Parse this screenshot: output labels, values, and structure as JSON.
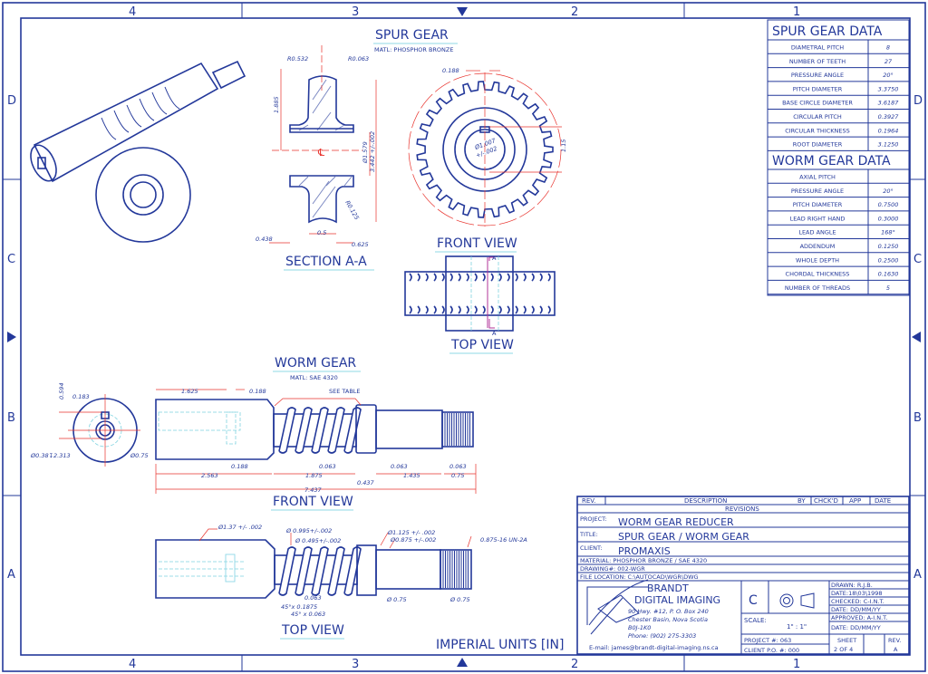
{
  "border": {
    "columns": [
      "4",
      "3",
      "2",
      "1"
    ],
    "rows": [
      "D",
      "C",
      "B",
      "A"
    ]
  },
  "spur_gear": {
    "title": "SPUR GEAR",
    "material": "MATL: PHOSPHOR BRONZE",
    "section_label": "SECTION A-A",
    "front_label": "FRONT VIEW",
    "top_label": "TOP VIEW",
    "section_marker": "A",
    "dims": {
      "r0532": "R0.532",
      "r0063": "R0.063",
      "d1885": "1.885",
      "cl": "℄",
      "d1579": "Ø1.579",
      "d3442": "3.442 +/-.002",
      "r0125": "R0.125",
      "d0438": "0.438",
      "d05": "0.5",
      "d0625": "0.625",
      "d0188": "0.188",
      "bore1": "Ø1.007",
      "bore2": "+/-.002",
      "d115": "1.15"
    }
  },
  "worm_gear": {
    "title": "WORM GEAR",
    "material": "MATL: SAE 4320",
    "front_label": "FRONT VIEW",
    "top_label": "TOP VIEW",
    "dims": {
      "d0594": "0.594",
      "d0183": "0.183",
      "d038": "Ø0.38↧2.313",
      "d075e": "Ø0.75",
      "d1625": "1.625",
      "d0188a": "0.188",
      "see_table": "SEE TABLE",
      "d0188b": "0.188",
      "d2563": "2.563",
      "d1875": "1.875",
      "d0063a": "0.063",
      "d0437": "0.437",
      "d0063b": "0.063",
      "d1435": "1.435",
      "d0063c": "0.063",
      "d075": "0.75",
      "d7437": "7.437",
      "t137": "Ø1.37 +/- .002",
      "t0995": "Ø 0.995+/-.002",
      "t0495": "Ø 0.495+/-.002",
      "t1125": "Ø1.125 +/- .002",
      "t0875": "Ø0.875 +/-.002",
      "tthread": "0.875-16 UN-2A",
      "t0063": "0.063",
      "tch1": "45°x 0.1875",
      "tch2": "45° x 0.063",
      "t075a": "Ø 0.75",
      "t075b": "Ø 0.75"
    }
  },
  "units_label": "IMPERIAL UNITS [IN]",
  "spur_table": {
    "title": "SPUR GEAR DATA",
    "rows": [
      {
        "label": "DIAMETRAL PITCH",
        "value": "8"
      },
      {
        "label": "NUMBER OF TEETH",
        "value": "27"
      },
      {
        "label": "PRESSURE ANGLE",
        "value": "20°"
      },
      {
        "label": "PITCH DIAMETER",
        "value": "3.3750"
      },
      {
        "label": "BASE CIRCLE DIAMETER",
        "value": "3.6187"
      },
      {
        "label": "CIRCULAR PITCH",
        "value": "0.3927"
      },
      {
        "label": "CIRCULAR THICKNESS",
        "value": "0.1964"
      },
      {
        "label": "ROOT DIAMETER",
        "value": "3.1250"
      }
    ]
  },
  "worm_table": {
    "title": "WORM GEAR DATA",
    "rows": [
      {
        "label": "AXIAL PITCH",
        "value": ""
      },
      {
        "label": "PRESSURE ANGLE",
        "value": "20°"
      },
      {
        "label": "PITCH DIAMETER",
        "value": "0.7500"
      },
      {
        "label": "LEAD RIGHT HAND",
        "value": "0.3000"
      },
      {
        "label": "LEAD ANGLE",
        "value": "168°"
      },
      {
        "label": "ADDENDUM",
        "value": "0.1250"
      },
      {
        "label": "WHOLE DEPTH",
        "value": "0.2500"
      },
      {
        "label": "CHORDAL THICKNESS",
        "value": "0.1630"
      },
      {
        "label": "NUMBER OF THREADS",
        "value": "5"
      }
    ]
  },
  "title_block": {
    "rev_header": "REV.",
    "desc_header": "DESCRIPTION",
    "by_header": "BY",
    "chkd_header": "CHCK'D",
    "app_header": "APP",
    "date_header": "DATE",
    "revisions": "REVISIONS",
    "project_label": "PROJECT:",
    "project": "WORM GEAR REDUCER",
    "title_label": "TITLE:",
    "title": "SPUR GEAR / WORM GEAR",
    "client_label": "CLIENT:",
    "client": "PROMAXIS",
    "material": "MATERIAL:  PHOSPHOR BRONZE / SAE 4320",
    "drawing": "DRAWING#: 002-WGR",
    "file": "FILE LOCATION: C:\\AUTOCAD\\WGR\\DWG",
    "company1": "BRANDT",
    "company2": "DIGITAL IMAGING",
    "addr1": "90 Hwy. #12,  P. O. Box 240",
    "addr2": "Chester Basin, Nova Scotia",
    "addr3": "B0J-1K0",
    "phone": "Phone: (902) 275-3303",
    "email": "E-mail: james@brandt-digital-imaging.ns.ca",
    "size": "C",
    "scale_label": "SCALE:",
    "scale": "1\" : 1\"",
    "drawn": "DRAWN:      R.J.B.",
    "date1": "DATE:18\\03\\1998",
    "checked": "CHECKED:   C-I.N.T.",
    "date2": "DATE: DD/MM/YY",
    "approved": "APPROVED: A-I.N.T.",
    "date3": "DATE: DD/MM/YY",
    "project_no": "PROJECT #: 063",
    "client_po": "CLIENT P.O. #: 000",
    "sheet_label": "SHEET",
    "sheet": "2 OF 4",
    "rev_label": "REV.",
    "rev": "A"
  }
}
